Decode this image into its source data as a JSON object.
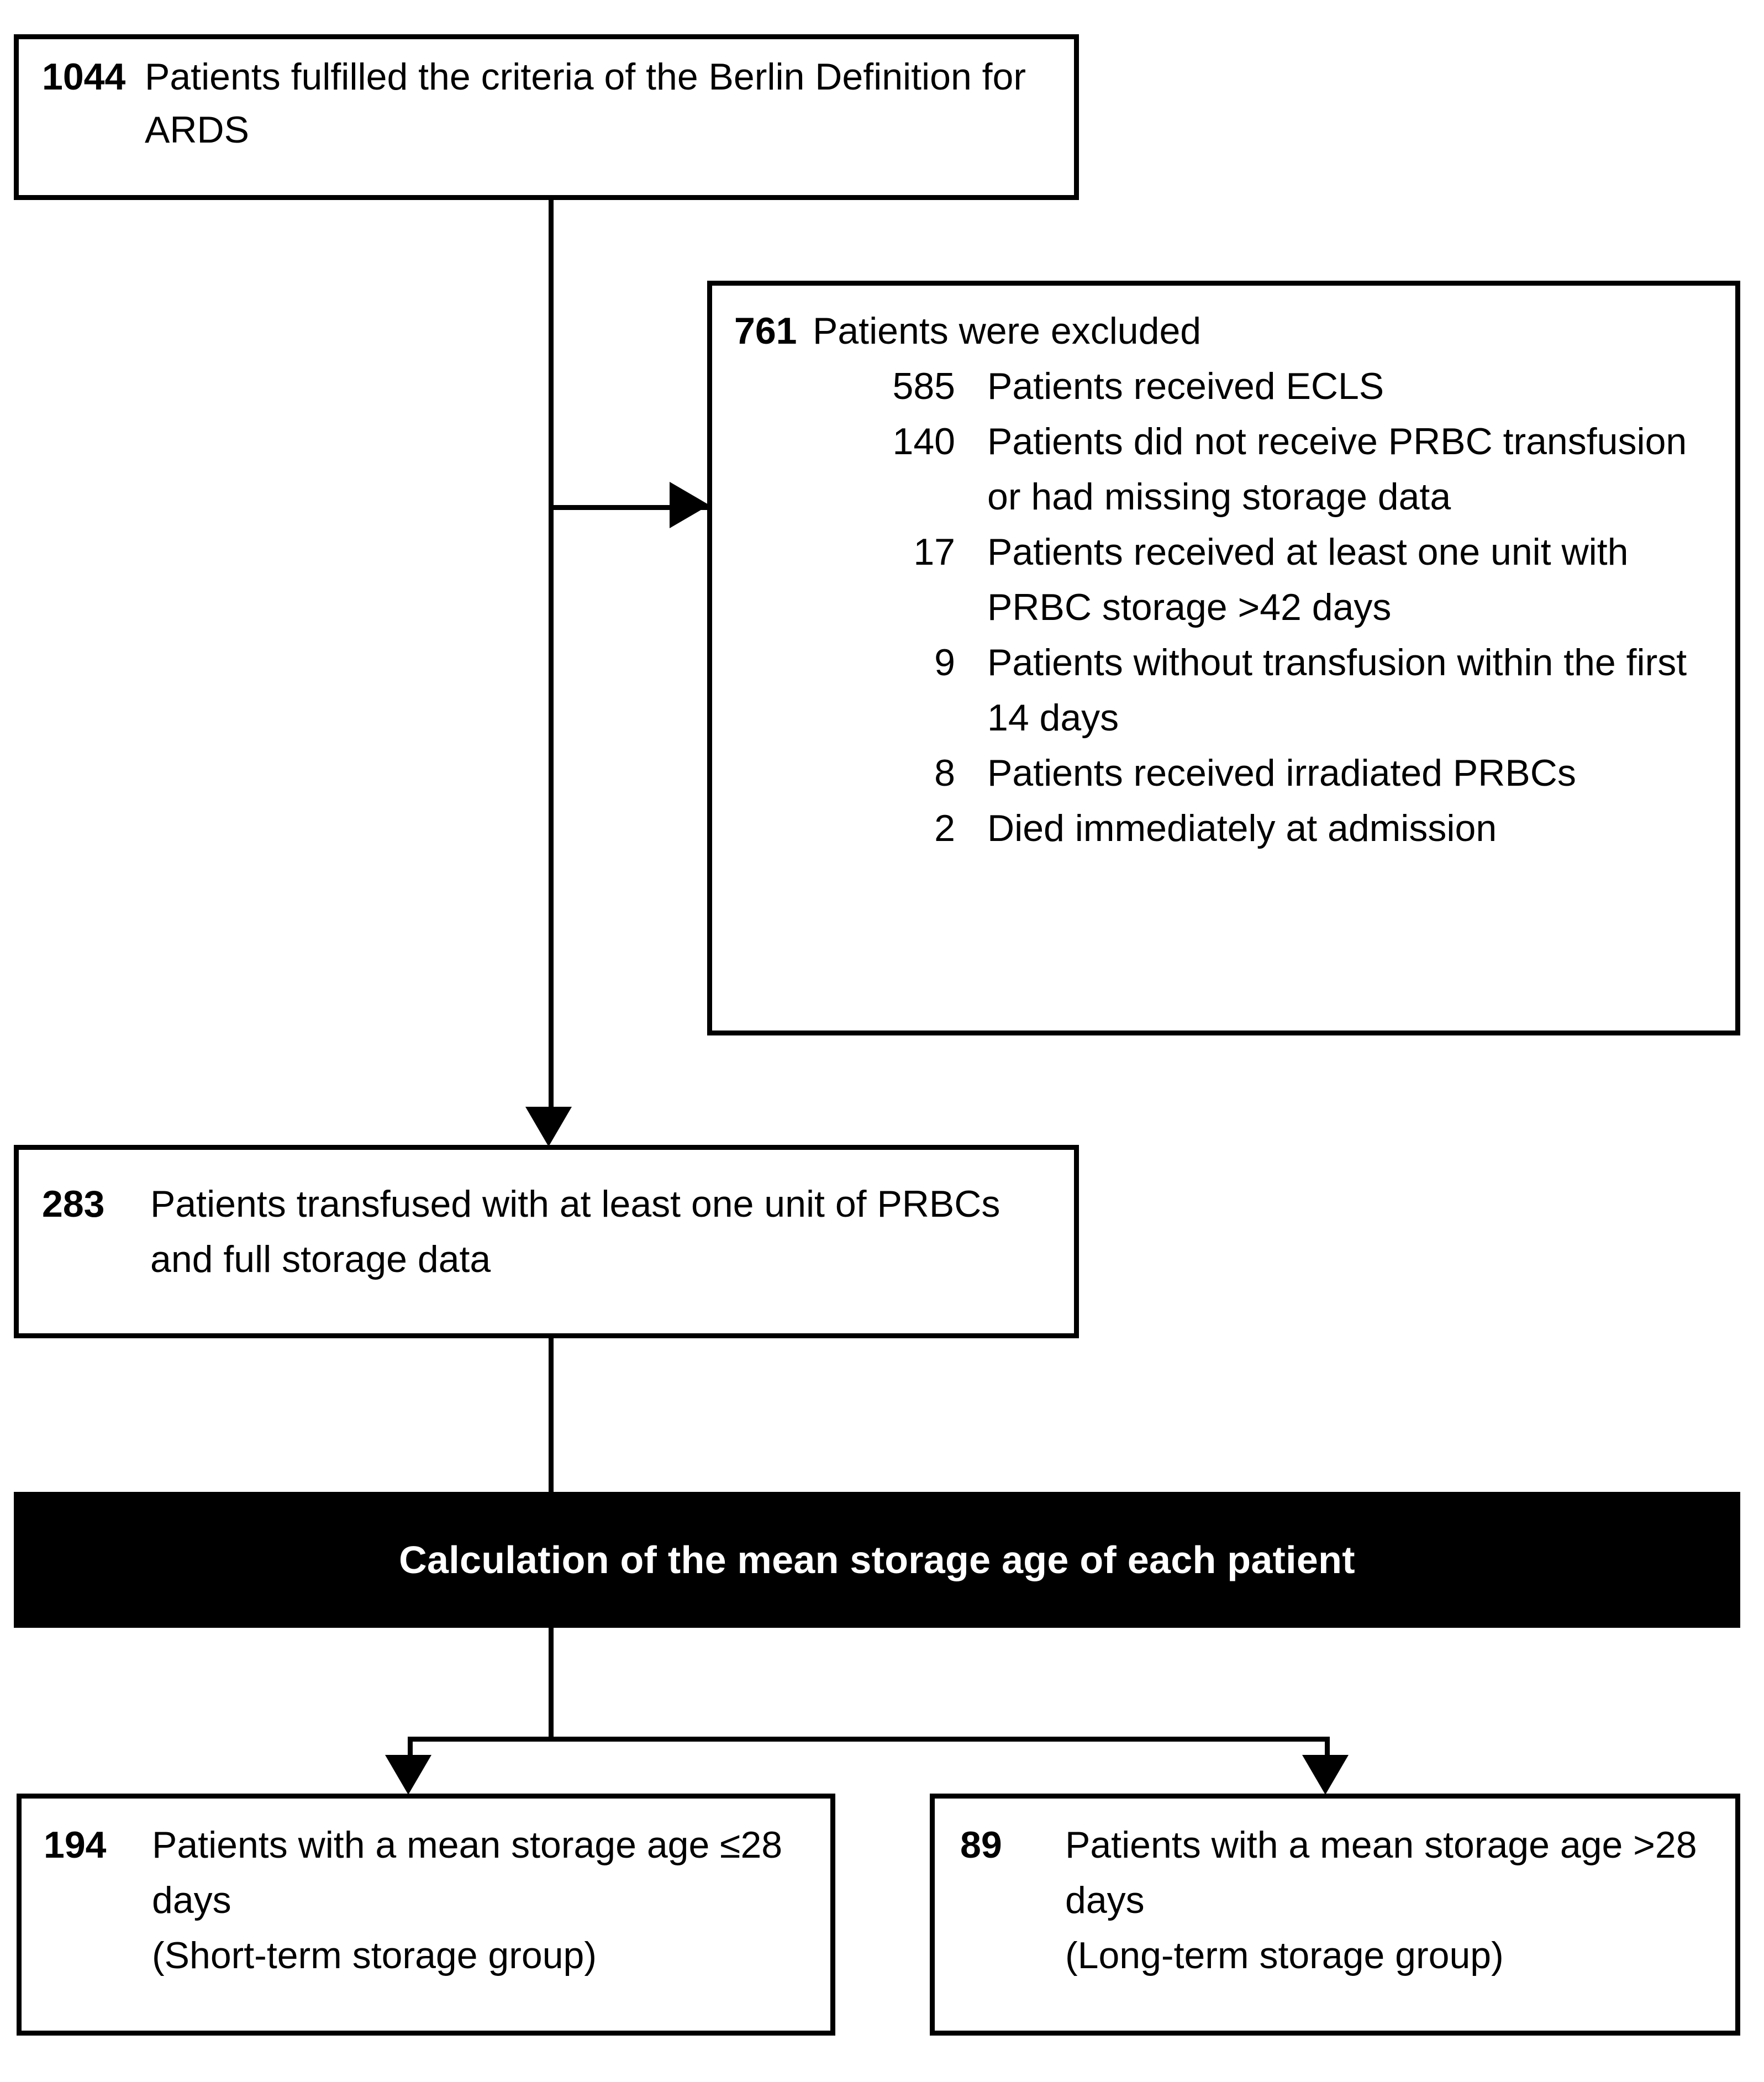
{
  "diagram": {
    "title": "Study flow diagram: ARDS patients and PRBC storage age",
    "colors": {
      "line": "#000000",
      "box_border": "#000000",
      "box_fill": "#ffffff",
      "banner_fill": "#000000",
      "banner_text": "#ffffff"
    }
  },
  "screened": {
    "count": "1044",
    "label": "Patients fulfilled the criteria of the Berlin Definition for ARDS"
  },
  "excluded": {
    "count": "761",
    "label": "Patients were excluded",
    "reasons": [
      {
        "count": "585",
        "label": "Patients received ECLS"
      },
      {
        "count": "140",
        "label": "Patients did not receive PRBC transfusion or had missing storage data"
      },
      {
        "count": "17",
        "label": "Patients received at least one unit with PRBC storage >42 days"
      },
      {
        "count": "9",
        "label": "Patients without transfusion within the first 14 days"
      },
      {
        "count": "8",
        "label": "Patients received irradiated PRBCs"
      },
      {
        "count": "2",
        "label": "Died immediately at admission"
      }
    ]
  },
  "included": {
    "count": "283",
    "label": "Patients transfused with at least one unit of PRBCs and full storage data"
  },
  "calculation": {
    "label": "Calculation of the mean storage age of each patient"
  },
  "groups": {
    "short_term": {
      "count": "194",
      "label": "Patients with a mean storage age ≤28 days",
      "group_name": "(Short-term storage group)"
    },
    "long_term": {
      "count": "89",
      "label": "Patients with a mean storage age >28 days",
      "group_name": "(Long-term storage group)"
    }
  }
}
